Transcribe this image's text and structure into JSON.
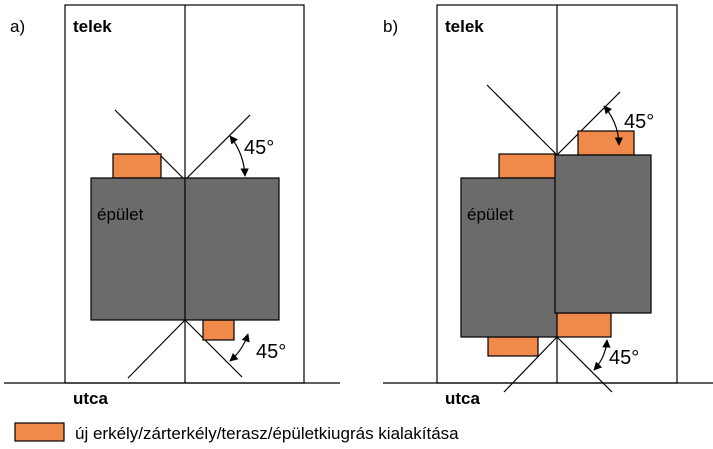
{
  "colors": {
    "building": "#6b6b6b",
    "extension": "#f08a4b",
    "line": "#000000"
  },
  "diagram_a": {
    "panel_label": "a)",
    "plot_label": "telek",
    "building_label": "épület",
    "street_label": "utca",
    "angle_top": "45°",
    "angle_bottom": "45°"
  },
  "diagram_b": {
    "panel_label": "b)",
    "plot_label": "telek",
    "building_label": "épület",
    "street_label": "utca",
    "angle_top": "45°",
    "angle_bottom": "45°"
  },
  "legend": {
    "label": "új erkély/zárterkély/terasz/épületkiugrás kialakítása"
  }
}
